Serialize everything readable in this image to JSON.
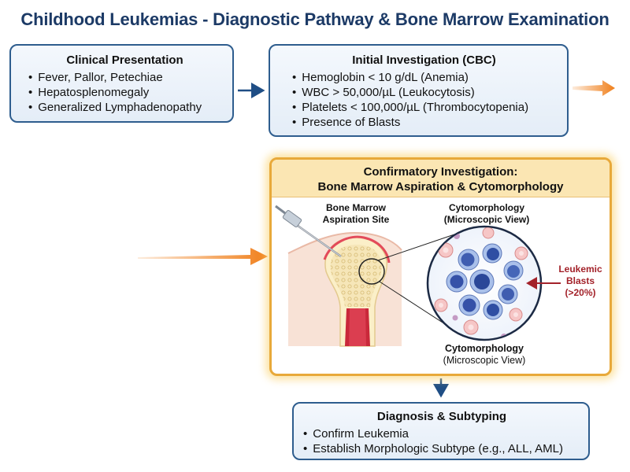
{
  "title": "Childhood Leukemias - Diagnostic Pathway & Bone Marrow Examination",
  "clinical": {
    "heading": "Clinical Presentation",
    "items": [
      "Fever, Pallor, Petechiae",
      "Hepatosplenomegaly",
      "Generalized Lymphadenopathy"
    ]
  },
  "cbc": {
    "heading": "Initial Investigation (CBC)",
    "items": [
      "Hemoglobin < 10 g/dL (Anemia)",
      "WBC > 50,000/µL (Leukocytosis)",
      "Platelets < 100,000/µL (Thrombocytopenia)",
      "Presence of Blasts"
    ]
  },
  "confirm": {
    "heading_line1": "Confirmatory Investigation:",
    "heading_line2": "Bone Marrow Aspiration & Cytomorphology",
    "site_label_line1": "Bone Marrow",
    "site_label_line2": "Aspiration Site",
    "micro_label_line1": "Cytomorphology",
    "micro_label_line2": "(Microscopic View)",
    "bottom_label_line1": "Cytomorphology",
    "bottom_label_line2": "(Microscopic View)",
    "blast_label_line1": "Leukemic",
    "blast_label_line2": "Blasts",
    "blast_label_line3": "(>20%)"
  },
  "diagnosis": {
    "heading": "Diagnosis & Subtyping",
    "items": [
      "Confirm Leukemia",
      "Establish Morphologic Subtype (e.g., ALL, AML)"
    ]
  },
  "colors": {
    "box_border": "#2e5d8e",
    "arrow_blue": "#1f4e85",
    "arrow_orange": "#f07f1a",
    "highlight_border": "#e8a93a",
    "blast_label": "#a3222a"
  }
}
